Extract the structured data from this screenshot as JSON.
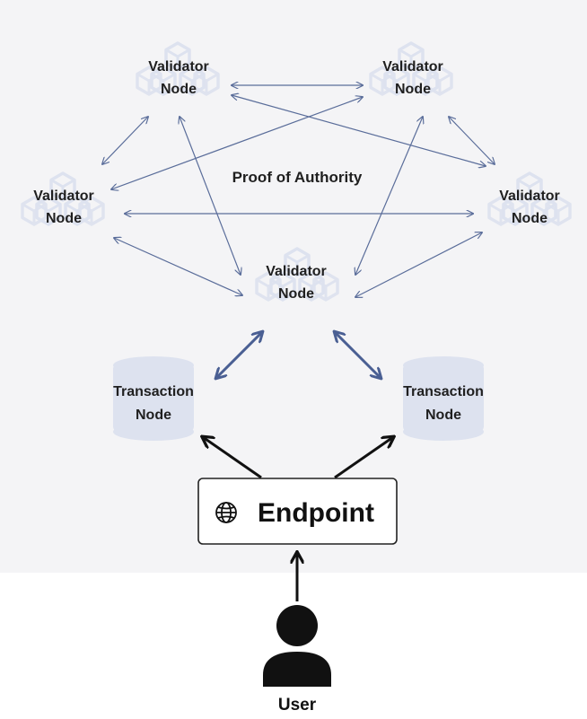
{
  "consensus_label": "Proof of Authority",
  "validators": [
    {
      "line1": "Validator",
      "line2": "Node"
    },
    {
      "line1": "Validator",
      "line2": "Node"
    },
    {
      "line1": "Validator",
      "line2": "Node"
    },
    {
      "line1": "Validator",
      "line2": "Node"
    },
    {
      "line1": "Validator",
      "line2": "Node"
    }
  ],
  "transaction_nodes": [
    {
      "line1": "Transaction",
      "line2": "Node"
    },
    {
      "line1": "Transaction",
      "line2": "Node"
    }
  ],
  "endpoint": {
    "label": "Endpoint",
    "icon": "globe-icon"
  },
  "user": {
    "label": "User",
    "icon": "user-icon"
  },
  "colors": {
    "panel": "#f4f4f6",
    "block": "#dde2ef",
    "arrow_thin": "#5a6d9a",
    "arrow_thick": "#4a5f93",
    "db": "#dde2ef",
    "dark": "#111111"
  }
}
